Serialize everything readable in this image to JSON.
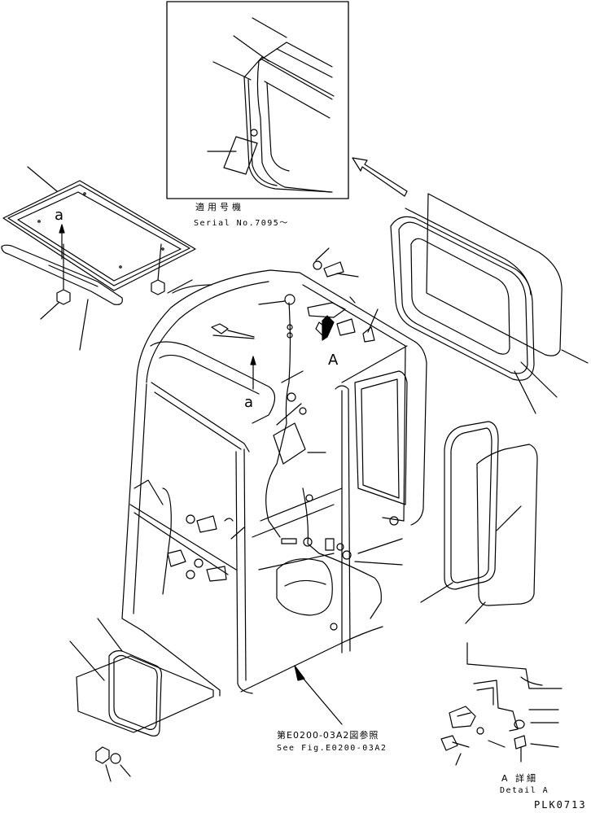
{
  "labels": {
    "serial_jp": "適用号機",
    "serial_en": "Serial No.7095〜",
    "ref_jp": "第E0200-03A2図参照",
    "ref_en": "See Fig.E0200-03A2",
    "detail_jp": "A 詳細",
    "detail_en": "Detail A",
    "view_a": "A",
    "mark_a_top": "a",
    "mark_a_cab": "a",
    "drawing_code": "PLK0713"
  }
}
